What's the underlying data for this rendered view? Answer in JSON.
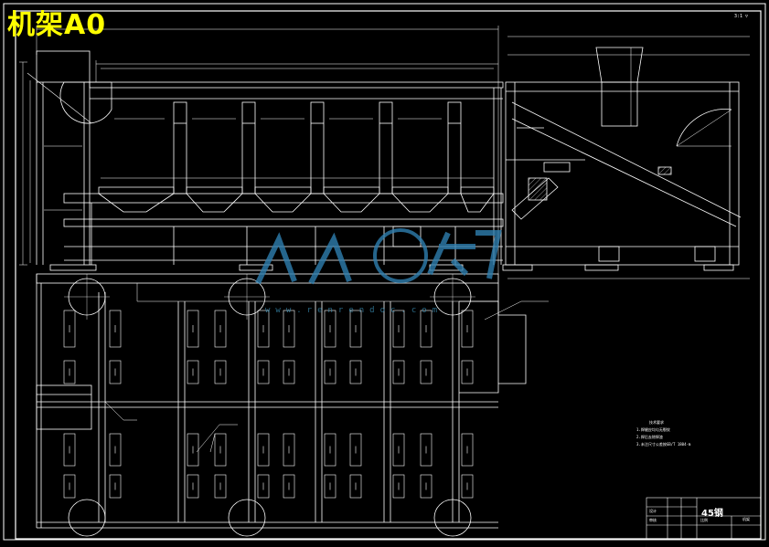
{
  "drawing": {
    "title": "机架A0",
    "scale_label": "3:1 ▽",
    "watermark_url": "www.renrendoc.com"
  },
  "tech_requirements": {
    "heading": "技术要求",
    "items": [
      "1.焊缝应均匀无裂纹",
      "2.焊后去除焊渣",
      "3.未注尺寸公差按GB/T 1804-m"
    ]
  },
  "title_block": {
    "material": "45钢",
    "drawing_name": "机架",
    "designer_label": "设计",
    "check_label": "审核",
    "sheet_label": "比例"
  },
  "colors": {
    "background": "#000000",
    "line": "#ffffff",
    "title": "#ffff00",
    "watermark": "#2f7fb0"
  }
}
